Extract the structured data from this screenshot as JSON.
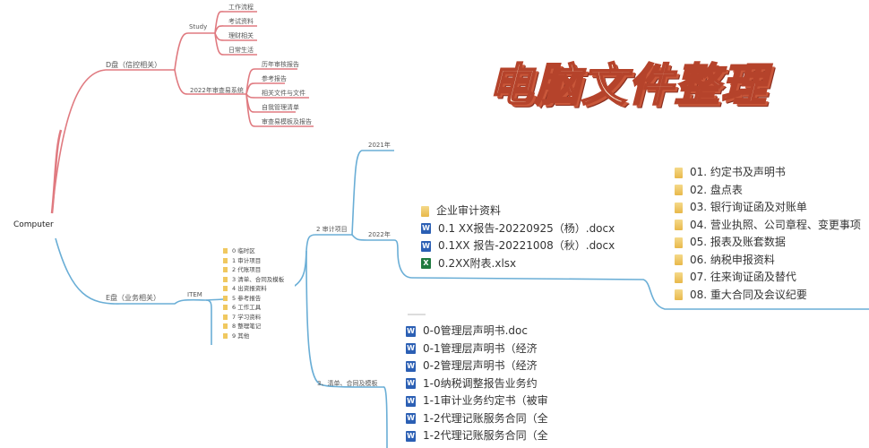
{
  "title": "电脑文件整理",
  "root": "Computer",
  "colors": {
    "d_branch": "#e07a80",
    "e_branch": "#6aaed6",
    "title_fill": "#fff2de",
    "title_stroke": "#b5432b"
  },
  "d_drive": {
    "label": "D盘（信控相关）",
    "study": {
      "label": "Study",
      "children": [
        "工作流程",
        "考试资料",
        "理财相关",
        "日常生活"
      ]
    },
    "audit2022": {
      "label": "2022年审查易系统",
      "children": [
        "历年审核报告",
        "参考报告",
        "相关文件与文件",
        "自我管理清单",
        "审查易模板及报告"
      ]
    }
  },
  "e_drive": {
    "label": "E盘（业务相关）",
    "item": {
      "label": "ITEM",
      "folders": [
        "0 临时区",
        "1 审计项目",
        "2 代账项目",
        "3 清单、合同及模板",
        "4 出资报资料",
        "5 参考报告",
        "6 工作工具",
        "7 学习资料",
        "8 整理笔记",
        "9 其他"
      ]
    },
    "audit_projects": {
      "label": "2 审计项目",
      "year2021": "2021年",
      "year2022": "2022年",
      "files2022": [
        {
          "type": "folder",
          "name": "企业审计资料"
        },
        {
          "type": "word",
          "name": "0.1 XX报告-20220925（杨）.docx"
        },
        {
          "type": "word",
          "name": "0.1XX 报告-20221008（秋）.docx"
        },
        {
          "type": "excel",
          "name": "0.2XX附表.xlsx"
        }
      ],
      "subfolders": [
        "01. 约定书及声明书",
        "02. 盘点表",
        "03. 银行询证函及对账单",
        "04. 营业执照、公司章程、变更事项",
        "05. 报表及账套数据",
        "06. 纳税申报资料",
        "07. 往来询证函及替代",
        "08. 重大合同及会议纪要"
      ]
    },
    "contracts": {
      "label": "3、清单、合同及模板",
      "files": [
        "0-0管理层声明书.doc",
        "0-1管理层声明书（经济",
        "0-2管理层声明书（经济",
        "1-0纳税调整报告业务约",
        "1-1审计业务约定书（被审",
        "1-2代理记账服务合同（全",
        "1-2代理记账服务合同（全"
      ]
    }
  }
}
